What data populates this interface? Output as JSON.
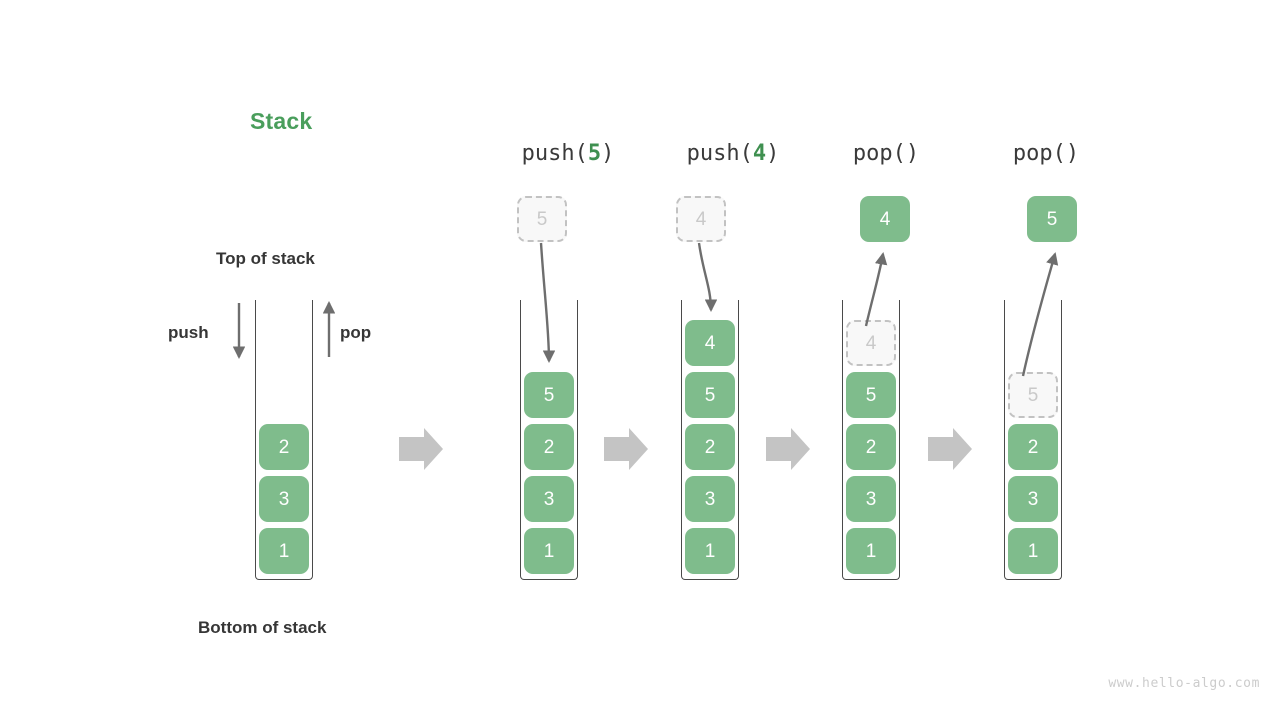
{
  "diagram": {
    "title": "Stack",
    "title_color": "#4a9e5c",
    "watermark": "www.hello-algo.com",
    "labels": {
      "top_of_stack": "Top of stack",
      "bottom_of_stack": "Bottom of stack",
      "push": "push",
      "pop": "pop"
    },
    "colors": {
      "cell_fill": "#7fbc8c",
      "cell_text": "#ffffff",
      "ghost_fill": "#f8f8f8",
      "ghost_border": "#c2c2c2",
      "ghost_text": "#c9c9c9",
      "tube_stroke": "#4a4a4a",
      "arrow_gray": "#6e6e6e",
      "step_arrow": "#c4c4c4",
      "label_text": "#363636",
      "accent_green": "#3f9050"
    },
    "steps": [
      {
        "id": "initial",
        "op_label": "",
        "op_prefix": "",
        "op_arg": "",
        "op_suffix": "",
        "stack": [
          "2",
          "3",
          "1"
        ],
        "incoming": null,
        "outgoing": null,
        "ghost_in_stack": null
      },
      {
        "id": "push-5",
        "op_label": "push(5)",
        "op_prefix": "push(",
        "op_arg": "5",
        "op_suffix": ")",
        "stack": [
          "5",
          "2",
          "3",
          "1"
        ],
        "incoming": "5",
        "outgoing": null,
        "ghost_in_stack": null
      },
      {
        "id": "push-4",
        "op_label": "push(4)",
        "op_prefix": "push(",
        "op_arg": "4",
        "op_suffix": ")",
        "stack": [
          "4",
          "5",
          "2",
          "3",
          "1"
        ],
        "incoming": "4",
        "outgoing": null,
        "ghost_in_stack": null
      },
      {
        "id": "pop-4",
        "op_label": "pop()",
        "op_prefix": "pop(",
        "op_arg": "",
        "op_suffix": ")",
        "stack": [
          "5",
          "2",
          "3",
          "1"
        ],
        "incoming": null,
        "outgoing": "4",
        "ghost_in_stack": "4"
      },
      {
        "id": "pop-5",
        "op_label": "pop()",
        "op_prefix": "pop(",
        "op_arg": "",
        "op_suffix": ")",
        "stack": [
          "2",
          "3",
          "1"
        ],
        "incoming": null,
        "outgoing": "5",
        "ghost_in_stack": "5"
      }
    ],
    "step_arrows_count": 4
  }
}
